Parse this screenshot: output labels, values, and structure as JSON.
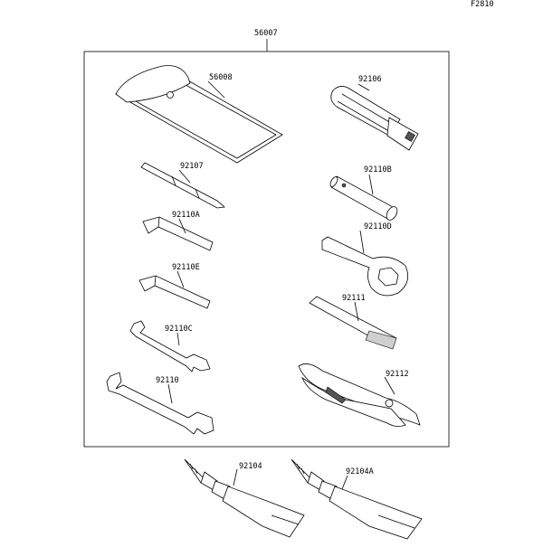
{
  "diagram": {
    "figure_code": "F2810",
    "kit_part_number": "56007",
    "parts": {
      "p56008": "56008",
      "p92106": "92106",
      "p92107": "92107",
      "p92110B": "92110B",
      "p92110A": "92110A",
      "p92110D": "92110D",
      "p92110E": "92110E",
      "p92111": "92111",
      "p92110C": "92110C",
      "p92112": "92112",
      "p92110": "92110",
      "p92104": "92104",
      "p92104A": "92104A"
    }
  }
}
